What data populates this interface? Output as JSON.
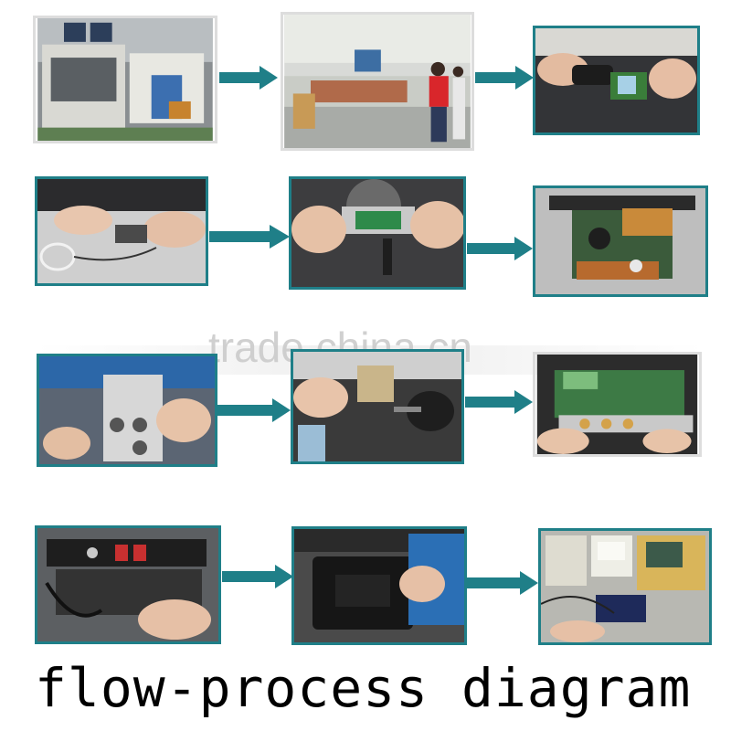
{
  "diagram": {
    "title": "flow-process diagram",
    "watermark": "trade.china.cn",
    "border_color": "#1f7f88",
    "arrow_color": "#1f7f88",
    "steps": [
      {
        "name": "smt-placement-machine-photo"
      },
      {
        "name": "assembly-line-workers-photo"
      },
      {
        "name": "hot-air-soldering-photo"
      },
      {
        "name": "wire-soldering-photo"
      },
      {
        "name": "circuit-board-connector-photo"
      },
      {
        "name": "amplifier-chassis-board-photo"
      },
      {
        "name": "front-panel-assembly-photo"
      },
      {
        "name": "transformer-drilling-photo"
      },
      {
        "name": "panel-board-fitting-photo"
      },
      {
        "name": "rear-panel-wiring-photo"
      },
      {
        "name": "enclosure-closing-photo"
      },
      {
        "name": "testing-instruments-photo"
      }
    ]
  }
}
